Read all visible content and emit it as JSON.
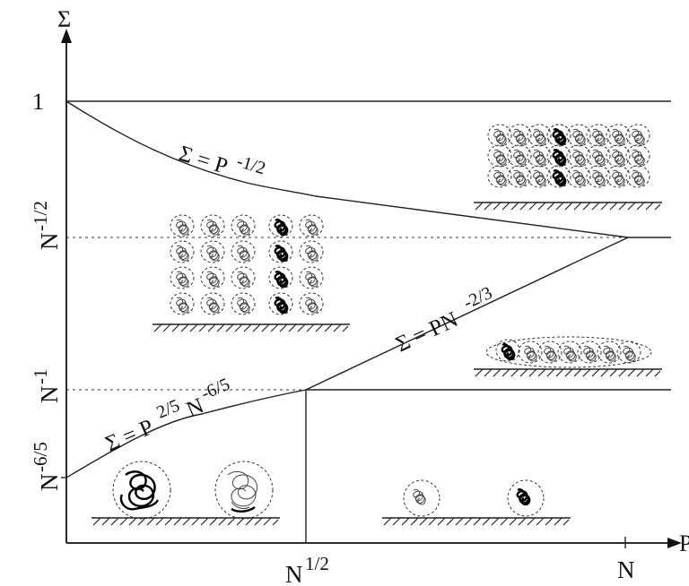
{
  "axes": {
    "y_symbol": "Σ",
    "x_symbol": "P",
    "y_ticks": {
      "one": "1",
      "n_half": {
        "base": "N",
        "exp": "-1/2"
      },
      "n_one": {
        "base": "N",
        "exp": "-1"
      },
      "n_six_fifths": {
        "base": "N",
        "exp": "-6/5"
      }
    },
    "x_ticks": {
      "n_half": {
        "base": "N",
        "exp": "1/2"
      },
      "n": "N"
    }
  },
  "boundaries": {
    "upper": {
      "lhs": "Σ = P",
      "exp": "-1/2"
    },
    "middle": {
      "lhs": "Σ = PN",
      "exp": "-2/3"
    },
    "lower": {
      "lhs": "Σ = P",
      "exp1": "2/5",
      "mid": "N",
      "exp2": "-6/5"
    }
  },
  "colors": {
    "ink": "#111111",
    "background": "#ffffff"
  }
}
